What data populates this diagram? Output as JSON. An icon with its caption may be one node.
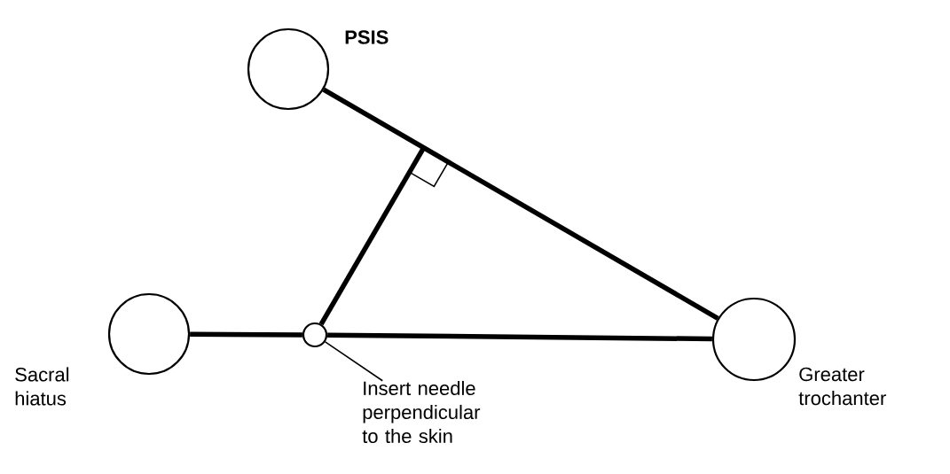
{
  "diagram": {
    "nodes": [
      {
        "text": [
          "PSIS"
        ]
      },
      {
        "text": [
          "Sacral hiatus"
        ]
      },
      {
        "text": [
          "Greater trochanter"
        ]
      },
      {
        "text": [],
        "shape": "circle"
      },
      {
        "text": [
          "Insert needle perpendicular to the skin"
        ]
      }
    ],
    "edges": [
      {
        "from": 0,
        "to": 2,
        "arrow": "none"
      },
      {
        "from": 1,
        "to": 3,
        "arrow": "none"
      },
      {
        "from": 3,
        "to": 2,
        "arrow": "none"
      },
      {
        "from": 3,
        "to": null,
        "arrow": "none"
      },
      {
        "from": 4,
        "to": 3,
        "arrow": "none"
      }
    ]
  }
}
